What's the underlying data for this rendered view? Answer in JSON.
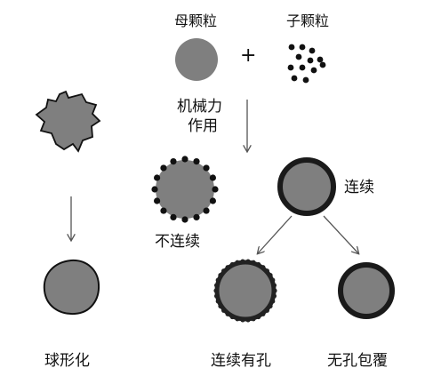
{
  "labels": {
    "mother_particle": "母颗粒",
    "daughter_particles": "子颗粒",
    "plus": "+",
    "mechanical_force": "机械力",
    "action": "作用",
    "discontinuous": "不连续",
    "continuous": "连续",
    "spheroidization": "球形化",
    "continuous_porous": "连续有孔",
    "nonporous_coating": "无孔包覆"
  },
  "colors": {
    "particle_fill": "#7f7f7f",
    "outline": "#111111",
    "arrow": "#555555",
    "ring_dark": "#222222"
  }
}
